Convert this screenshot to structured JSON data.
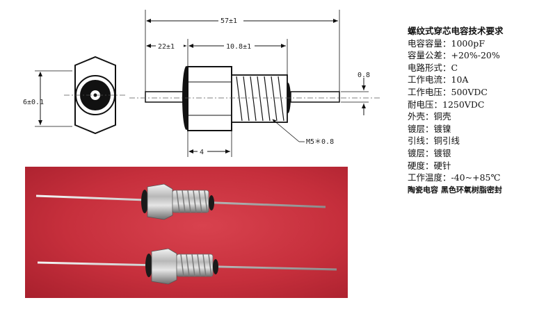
{
  "drawing": {
    "dim_total": "57±1",
    "dim_lead": "22±1",
    "dim_body": "10.8±1",
    "dim_diameter": "6±0.1",
    "dim_lead_dia": "0.8",
    "dim_hex": "4",
    "thread_label": "M5＊0.8"
  },
  "specs": {
    "title": "螺纹式穿芯电容技术要求",
    "lines": [
      "电容容量：1000pF",
      "容量公差：+20%-20%",
      "电路形式：C",
      "工作电流：10A",
      "工作电压：500VDC",
      "耐电压：1250VDC",
      "外壳：铜壳",
      "镀层：镀镍",
      "引线：铜引线",
      "镀层：镀银",
      "硬度：硬针",
      "工作温度：-40~+85℃"
    ],
    "footer": "陶瓷电容  黑色环氧树脂密封"
  }
}
